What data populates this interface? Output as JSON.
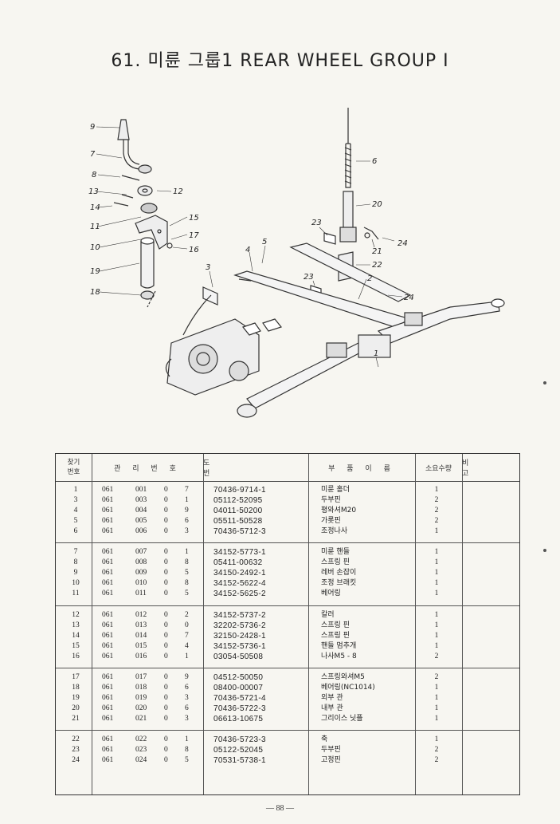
{
  "title": "61. 미륜 그룹1 REAR WHEEL GROUP I",
  "diagram": {
    "callouts": [
      "9",
      "7",
      "8",
      "13",
      "12",
      "14",
      "11",
      "15",
      "17",
      "10",
      "16",
      "19",
      "18",
      "3",
      "4",
      "5",
      "6",
      "20",
      "23",
      "21",
      "24",
      "22",
      "2",
      "23",
      "24",
      "1"
    ]
  },
  "table": {
    "headers": {
      "item": [
        "찾기",
        "번호"
      ],
      "mgmt": "관 리 번 호",
      "drawing": "도 번",
      "name": "부 품 이 름",
      "qty": "소요수량",
      "remark": "비 고"
    },
    "groups": [
      [
        {
          "item": "1",
          "m1": "061",
          "m2": "001",
          "m3": "0",
          "m4": "7",
          "part": "70436-9714-1",
          "name": "미륜 홀더",
          "qty": "1"
        },
        {
          "item": "3",
          "m1": "061",
          "m2": "003",
          "m3": "0",
          "m4": "1",
          "part": "05112-52095",
          "name": "두부핀",
          "qty": "2"
        },
        {
          "item": "4",
          "m1": "061",
          "m2": "004",
          "m3": "0",
          "m4": "9",
          "part": "04011-50200",
          "name": "평와셔M20",
          "qty": "2"
        },
        {
          "item": "5",
          "m1": "061",
          "m2": "005",
          "m3": "0",
          "m4": "6",
          "part": "05511-50528",
          "name": "가롯핀",
          "qty": "2"
        },
        {
          "item": "6",
          "m1": "061",
          "m2": "006",
          "m3": "0",
          "m4": "3",
          "part": "70436-5712-3",
          "name": "조정나사",
          "qty": "1"
        }
      ],
      [
        {
          "item": "7",
          "m1": "061",
          "m2": "007",
          "m3": "0",
          "m4": "1",
          "part": "34152-5773-1",
          "name": "미륜 핸들",
          "qty": "1"
        },
        {
          "item": "8",
          "m1": "061",
          "m2": "008",
          "m3": "0",
          "m4": "8",
          "part": "05411-00632",
          "name": "스프링 핀",
          "qty": "1"
        },
        {
          "item": "9",
          "m1": "061",
          "m2": "009",
          "m3": "0",
          "m4": "5",
          "part": "34150-2492-1",
          "name": "레버 손잡이",
          "qty": "1"
        },
        {
          "item": "10",
          "m1": "061",
          "m2": "010",
          "m3": "0",
          "m4": "8",
          "part": "34152-5622-4",
          "name": "조정 브래킷",
          "qty": "1"
        },
        {
          "item": "11",
          "m1": "061",
          "m2": "011",
          "m3": "0",
          "m4": "5",
          "part": "34152-5625-2",
          "name": "베어링",
          "qty": "1"
        }
      ],
      [
        {
          "item": "12",
          "m1": "061",
          "m2": "012",
          "m3": "0",
          "m4": "2",
          "part": "34152-5737-2",
          "name": "칼러",
          "qty": "1"
        },
        {
          "item": "13",
          "m1": "061",
          "m2": "013",
          "m3": "0",
          "m4": "0",
          "part": "32202-5736-2",
          "name": "스프링 핀",
          "qty": "1"
        },
        {
          "item": "14",
          "m1": "061",
          "m2": "014",
          "m3": "0",
          "m4": "7",
          "part": "32150-2428-1",
          "name": "스프링 핀",
          "qty": "1"
        },
        {
          "item": "15",
          "m1": "061",
          "m2": "015",
          "m3": "0",
          "m4": "4",
          "part": "34152-5736-1",
          "name": "핸들 멈추개",
          "qty": "1"
        },
        {
          "item": "16",
          "m1": "061",
          "m2": "016",
          "m3": "0",
          "m4": "1",
          "part": "03054-50508",
          "name": "나사M5 - 8",
          "qty": "2"
        }
      ],
      [
        {
          "item": "17",
          "m1": "061",
          "m2": "017",
          "m3": "0",
          "m4": "9",
          "part": "04512-50050",
          "name": "스프링와셔M5",
          "qty": "2"
        },
        {
          "item": "18",
          "m1": "061",
          "m2": "018",
          "m3": "0",
          "m4": "6",
          "part": "08400-00007",
          "name": "베어링(NC1014)",
          "qty": "1"
        },
        {
          "item": "19",
          "m1": "061",
          "m2": "019",
          "m3": "0",
          "m4": "3",
          "part": "70436-5721-4",
          "name": "외부 관",
          "qty": "1"
        },
        {
          "item": "20",
          "m1": "061",
          "m2": "020",
          "m3": "0",
          "m4": "6",
          "part": "70436-5722-3",
          "name": "내부 관",
          "qty": "1"
        },
        {
          "item": "21",
          "m1": "061",
          "m2": "021",
          "m3": "0",
          "m4": "3",
          "part": "06613-10675",
          "name": "그리이스 닛플",
          "qty": "1"
        }
      ],
      [
        {
          "item": "22",
          "m1": "061",
          "m2": "022",
          "m3": "0",
          "m4": "1",
          "part": "70436-5723-3",
          "name": "축",
          "qty": "1"
        },
        {
          "item": "23",
          "m1": "061",
          "m2": "023",
          "m3": "0",
          "m4": "8",
          "part": "05122-52045",
          "name": "두부핀",
          "qty": "2"
        },
        {
          "item": "24",
          "m1": "061",
          "m2": "024",
          "m3": "0",
          "m4": "5",
          "part": "70531-5738-1",
          "name": "고정핀",
          "qty": "2"
        }
      ]
    ]
  },
  "page_number": "— 88 —"
}
